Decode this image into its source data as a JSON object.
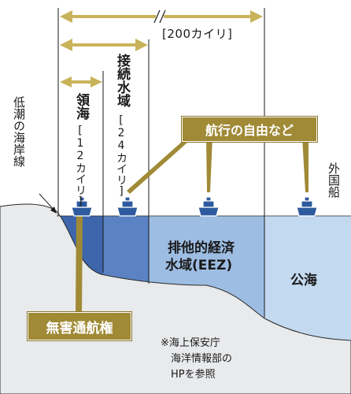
{
  "colors": {
    "land": "#e9eaec",
    "territorial_sea": "#3d66ac",
    "contiguous_zone": "#5b83c4",
    "eez": "#9dbde3",
    "high_seas": "#c3d9f0",
    "gold": "#a08a36",
    "line": "#1a1a1a",
    "ship": "#2e5a9e"
  },
  "measures": {
    "eez": "[200カイリ]",
    "contiguous": "接続水域",
    "contiguous_nm": "[24カイリ]",
    "territorial": "領海",
    "territorial_nm": "[12カイリ]"
  },
  "labels": {
    "baseline": "低潮の海岸線",
    "foreign_ship": "外国船",
    "eez_line1": "排他的経済",
    "eez_line2": "水域(EEZ)",
    "high_seas": "公海"
  },
  "callouts": {
    "freedom": "航行の自由など",
    "innocent_passage": "無害通航権"
  },
  "source_note": {
    "line1": "※海上保安庁",
    "line2": "海洋情報部の",
    "line3": "HPを参照"
  }
}
